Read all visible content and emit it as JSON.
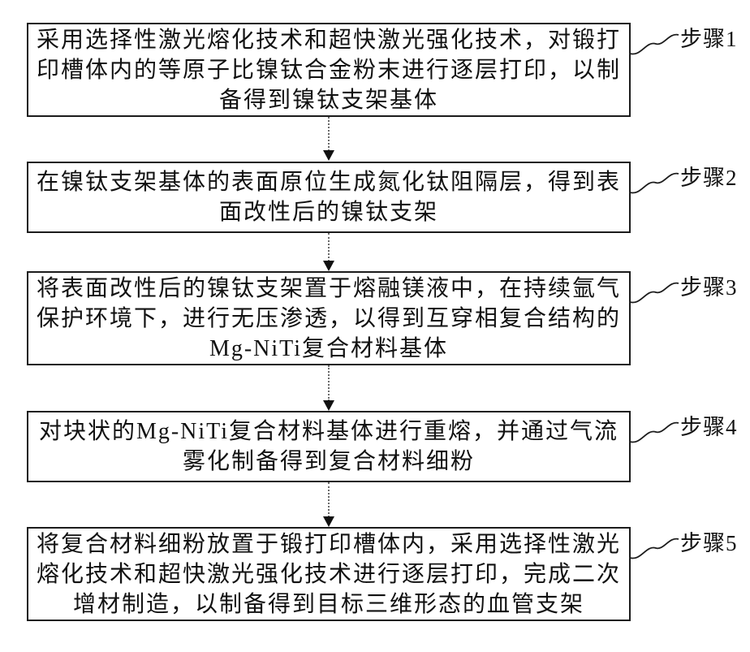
{
  "figure": {
    "steps": [
      {
        "label": "步骤1",
        "text": "采用选择性激光熔化技术和超快激光强化技术，对锻打\n印槽体内的等原子比镍钛合金粉末进行逐层打印，以制\n备得到镍钛支架基体"
      },
      {
        "label": "步骤2",
        "text": "在镍钛支架基体的表面原位生成氮化钛阻隔层，得到表\n面改性后的镍钛支架"
      },
      {
        "label": "步骤3",
        "text": "将表面改性后的镍钛支架置于熔融镁液中，在持续氩气\n保护环境下，进行无压渗透，以得到互穿相复合结构的\nMg-NiTi复合材料基体"
      },
      {
        "label": "步骤4",
        "text": "对块状的Mg-NiTi复合材料基体进行重熔，并通过气流\n雾化制备得到复合材料细粉"
      },
      {
        "label": "步骤5",
        "text": "将复合材料细粉放置于锻打印槽体内，采用选择性激光\n熔化技术和超快激光强化技术进行逐层打印，完成二次\n增材制造，以制备得到目标三维形态的血管支架"
      }
    ],
    "colors": {
      "line": "#1c1c1c",
      "connector": "#6a6a6a"
    }
  }
}
